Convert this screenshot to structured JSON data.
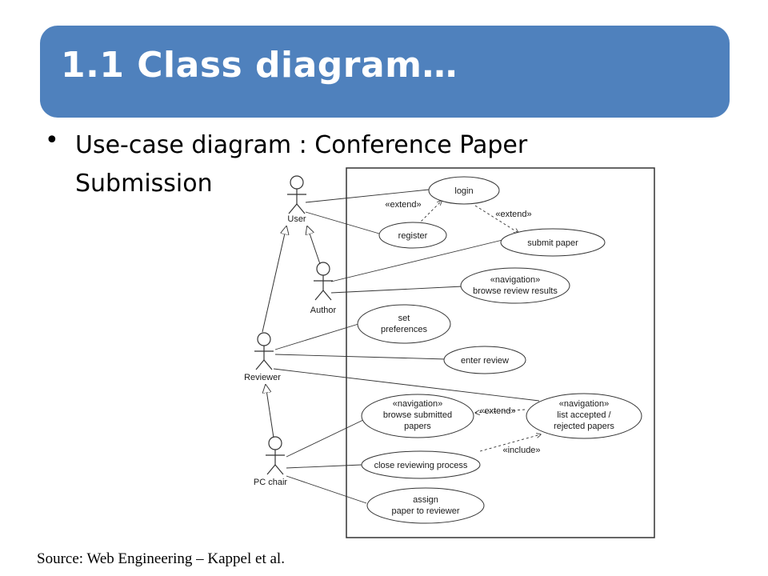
{
  "title": "1.1 Class diagram…",
  "bullet": "Use-case diagram : Conference Paper Submission",
  "source": "Source: Web Engineering – Kappel et al.",
  "colors": {
    "title_bar": "#4f81bd",
    "title_text": "#ffffff"
  },
  "diagram": {
    "actors": {
      "user": "User",
      "author": "Author",
      "reviewer": "Reviewer",
      "pc_chair": "PC chair"
    },
    "use_cases": {
      "login": "login",
      "register": "register",
      "submit_paper": "submit paper",
      "browse_review_results": [
        "«navigation»",
        "browse review results"
      ],
      "set_preferences": [
        "set",
        "preferences"
      ],
      "enter_review": "enter review",
      "browse_submitted_papers": [
        "«navigation»",
        "browse submitted",
        "papers"
      ],
      "list_accepted": [
        "«navigation»",
        "list accepted /",
        "rejected papers"
      ],
      "close_reviewing": "close reviewing process",
      "assign_paper": [
        "assign",
        "paper to reviewer"
      ]
    },
    "relations": {
      "extend": "«extend»",
      "include": "«include»"
    }
  }
}
